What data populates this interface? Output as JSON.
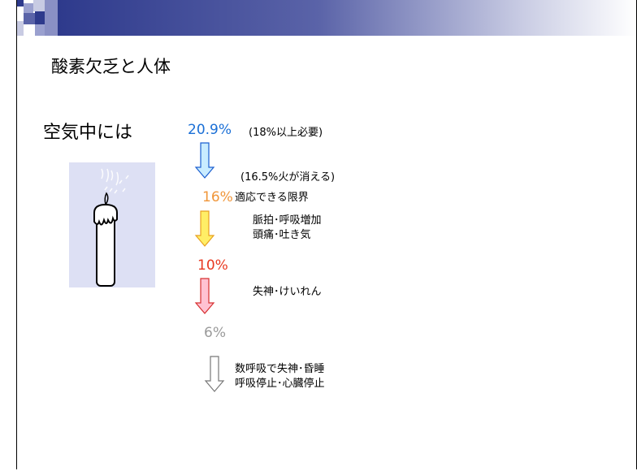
{
  "title": "酸素欠乏と人体",
  "subtitle": "空気中には",
  "levels": [
    {
      "percent": "20.9%",
      "color": "#1a6fd6",
      "note": "(18%以上必要)"
    },
    {
      "percent": "16%",
      "color": "#f0963a",
      "note_above": "(16.5%火が消える)",
      "note": "適応できる限界",
      "symptoms": [
        "脈拍･呼吸増加",
        "頭痛･吐き気"
      ]
    },
    {
      "percent": "10%",
      "color": "#e83820",
      "symptoms": [
        "失神･けいれん"
      ]
    },
    {
      "percent": "6%",
      "color": "#9a9a9a",
      "symptoms": [
        "数呼吸で失神･昏睡",
        "呼吸停止･心臓停止"
      ]
    }
  ],
  "arrows": [
    {
      "name": "arrow-blue",
      "fill": "#c9ecff",
      "stroke": "#1b5fd0"
    },
    {
      "name": "arrow-yellow",
      "fill": "#ffee66",
      "stroke": "#e8a020"
    },
    {
      "name": "arrow-pink",
      "fill": "#ffc2d2",
      "stroke": "#d63030"
    },
    {
      "name": "arrow-white",
      "fill": "#ffffff",
      "stroke": "#777777"
    }
  ],
  "colors": {
    "header_navy": "#2e3a8c",
    "candle_bg": "#dde0f4"
  }
}
